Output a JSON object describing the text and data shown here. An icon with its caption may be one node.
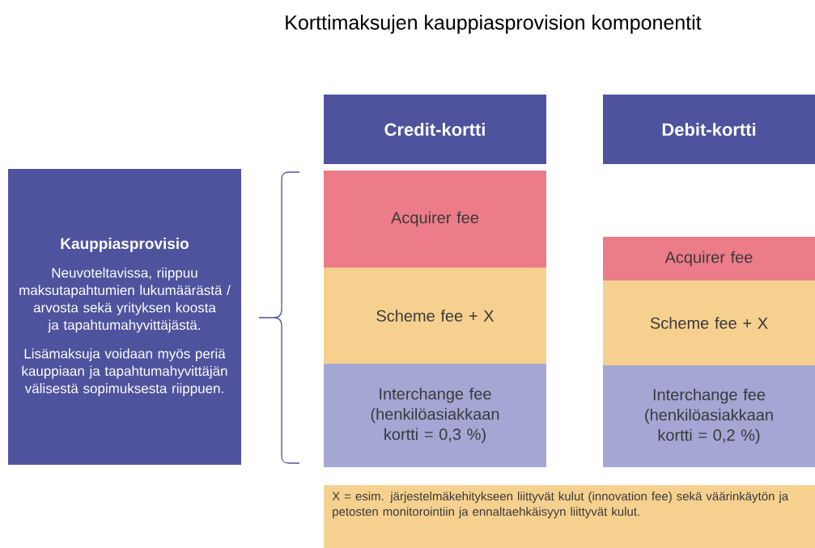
{
  "diagram": {
    "title": "Korttimaksujen kauppiasprovision komponentit",
    "nodes": [
      {
        "text": [
          "Kauppiasprovisio",
          "Neuvoteltavissa, riippuu maksutapahtumien lukumäärästä / arvosta sekä yrityksen koosta ja tapahtumahyvittäjästä.",
          "Lisämaksuja voidaan myös periä kauppiaan ja tapahtumahyvittäjän välisestä sopimuksesta riippuen."
        ]
      },
      {
        "text": [
          "Credit-kortti"
        ]
      },
      {
        "text": [
          "Acquirer fee"
        ]
      },
      {
        "text": [
          "Scheme fee + X"
        ]
      },
      {
        "text": [
          "Interchange fee (henkilöasiakkaan kortti = 0,3 %)"
        ]
      },
      {
        "text": [
          "Debit-kortti"
        ]
      },
      {
        "text": [
          "Acquirer fee"
        ]
      },
      {
        "text": [
          "Scheme fee + X"
        ]
      },
      {
        "text": [
          "Interchange fee (henkilöasiakkaan kortti = 0,2 %)"
        ]
      },
      {
        "text": [
          "X = esim. järjestelmäkehitykseen liittyvät kulut (innovation fee) sekä väärinkäytön ja petosten monitorointiin ja ennaltaehkäisyyn liittyvät kulut."
        ]
      }
    ]
  }
}
